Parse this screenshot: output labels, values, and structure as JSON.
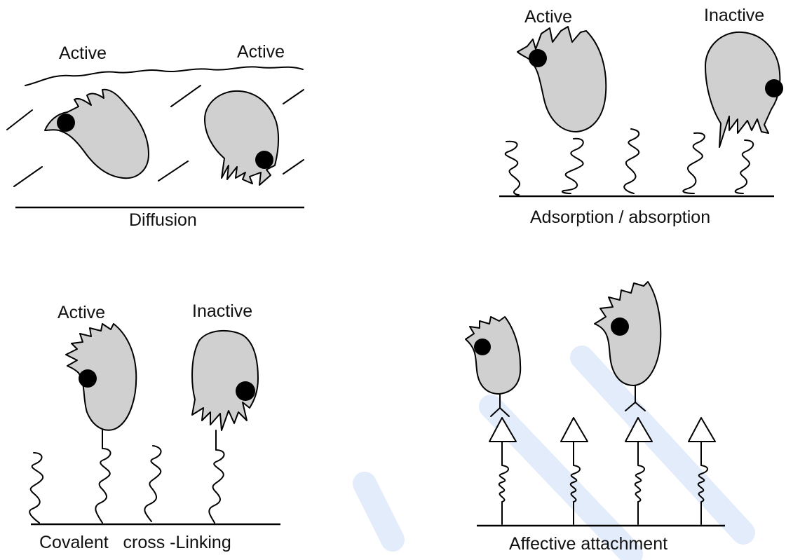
{
  "panels": {
    "diffusion": {
      "caption": "Diffusion",
      "state_left": "Active",
      "state_right": "Active"
    },
    "adsorption": {
      "caption": "Adsorption / absorption",
      "state_left": "Active",
      "state_right": "Inactive"
    },
    "covalent": {
      "caption": "Covalent   cross -Linking",
      "state_left": "Active",
      "state_right": "Inactive"
    },
    "affective": {
      "caption": "Affective attachment"
    }
  },
  "colors": {
    "enzyme_fill": "#d0d0d0",
    "stroke": "#000000",
    "active_site": "#000000",
    "watermark": "#e3ecfb"
  },
  "icons": {
    "enzyme": "enzyme-blob-icon",
    "active_site": "active-site-dot-icon",
    "spacer": "coil-spacer-icon",
    "ligand": "triangle-ligand-icon"
  }
}
